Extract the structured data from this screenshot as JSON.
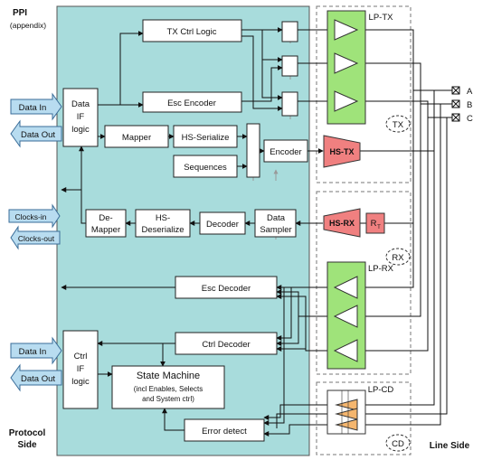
{
  "labels": {
    "ppi": "PPI",
    "appendix": "(appendix)",
    "protocol_side_1": "Protocol",
    "protocol_side_2": "Side",
    "line_side": "Line Side",
    "lp_tx": "LP-TX",
    "tx": "TX",
    "hs_tx": "HS-TX",
    "hs_rx": "HS-RX",
    "rt": "R",
    "rt_sub": "T",
    "rx": "RX",
    "lp_rx": "LP-RX",
    "lp_cd": "LP-CD",
    "cd": "CD",
    "pin_a": "A",
    "pin_b": "B",
    "pin_c": "C"
  },
  "ppi_signals": {
    "data_in_top": "Data In",
    "data_out_top": "Data Out",
    "clocks_in": "Clocks-in",
    "clocks_out": "Clocks-out",
    "data_in_bottom": "Data In",
    "data_out_bottom": "Data Out"
  },
  "blocks": {
    "tx_ctrl": "TX Ctrl Logic",
    "esc_encoder": "Esc Encoder",
    "data_if_1": "Data",
    "data_if_2": "IF",
    "data_if_3": "logic",
    "mapper": "Mapper",
    "hs_serialize": "HS-Serialize",
    "sequences": "Sequences",
    "encoder": "Encoder",
    "demapper_1": "De-",
    "demapper_2": "Mapper",
    "hs_deser_1": "HS-",
    "hs_deser_2": "Deserialize",
    "decoder": "Decoder",
    "data_sampler_1": "Data",
    "data_sampler_2": "Sampler",
    "esc_decoder": "Esc Decoder",
    "ctrl_decoder": "Ctrl Decoder",
    "ctrl_if_1": "Ctrl",
    "ctrl_if_2": "IF",
    "ctrl_if_3": "logic",
    "state_machine": "State Machine",
    "sm_sub_1": "(incl Enables, Selects",
    "sm_sub_2": "and System ctrl)",
    "error_detect": "Error detect"
  },
  "colors": {
    "protocol_bg": "#a8dcdc",
    "lp_green": "#9fe37a",
    "hs_red": "#f08080",
    "cd_orange": "#f5b66e",
    "arrow_blue": "#b8dcf0"
  }
}
